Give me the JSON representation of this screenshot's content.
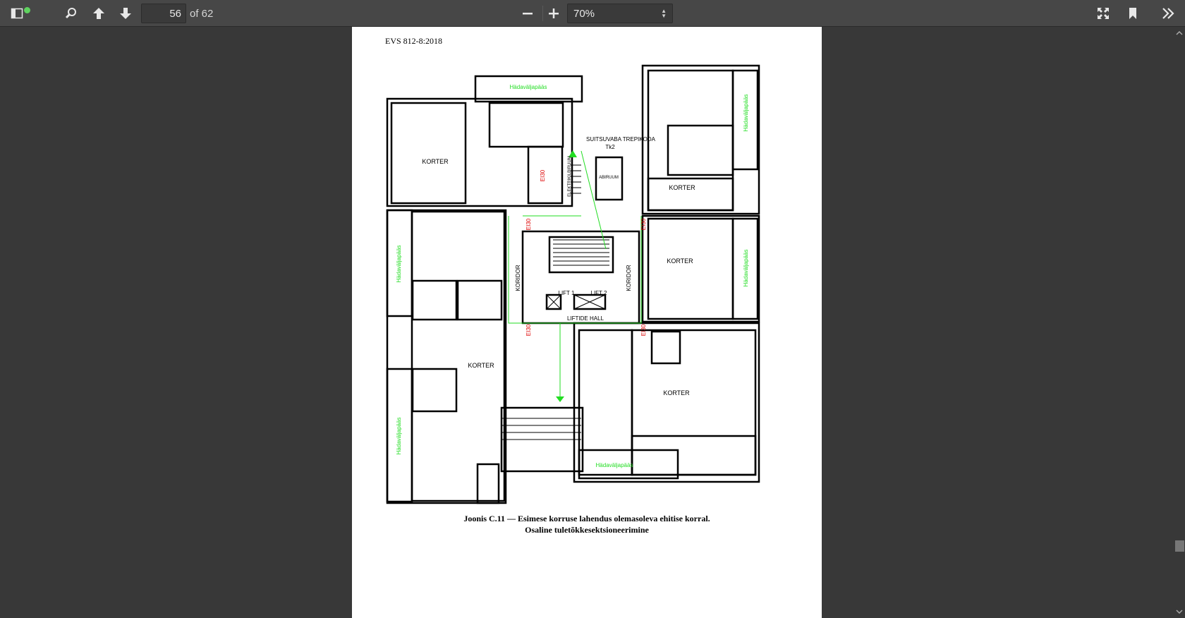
{
  "toolbar": {
    "current_page": "56",
    "page_count_label": "of 62",
    "zoom_value": "70%"
  },
  "document": {
    "header": "EVS 812-8:2018",
    "caption_line1": "Joonis C.11 — Esimese korruse lahendus olemasoleva ehitise korral.",
    "caption_line2": "Osaline tuletõkkesektsioneerimine"
  },
  "plan_labels": {
    "korter": "KORTER",
    "hadavaljapaas": "Hädaväljapääs",
    "trepikoda": "SUITSUVABA TREPIKODA",
    "tk2": "Tk2",
    "abiruum": "ABIRUUM",
    "elektrikilbiruum": "ELEKTRIKILBIRUUM",
    "ei30": "EI30",
    "koridor": "KORIDOR",
    "lift1": "LIFT 1",
    "lift2": "LIFT 2",
    "liftide_hall": "LIFTIDE HALL"
  },
  "colors": {
    "toolbar_bg": "#474747",
    "viewer_bg": "#383838",
    "exit_green": "#22dd22",
    "fire_red": "#dd0000"
  }
}
